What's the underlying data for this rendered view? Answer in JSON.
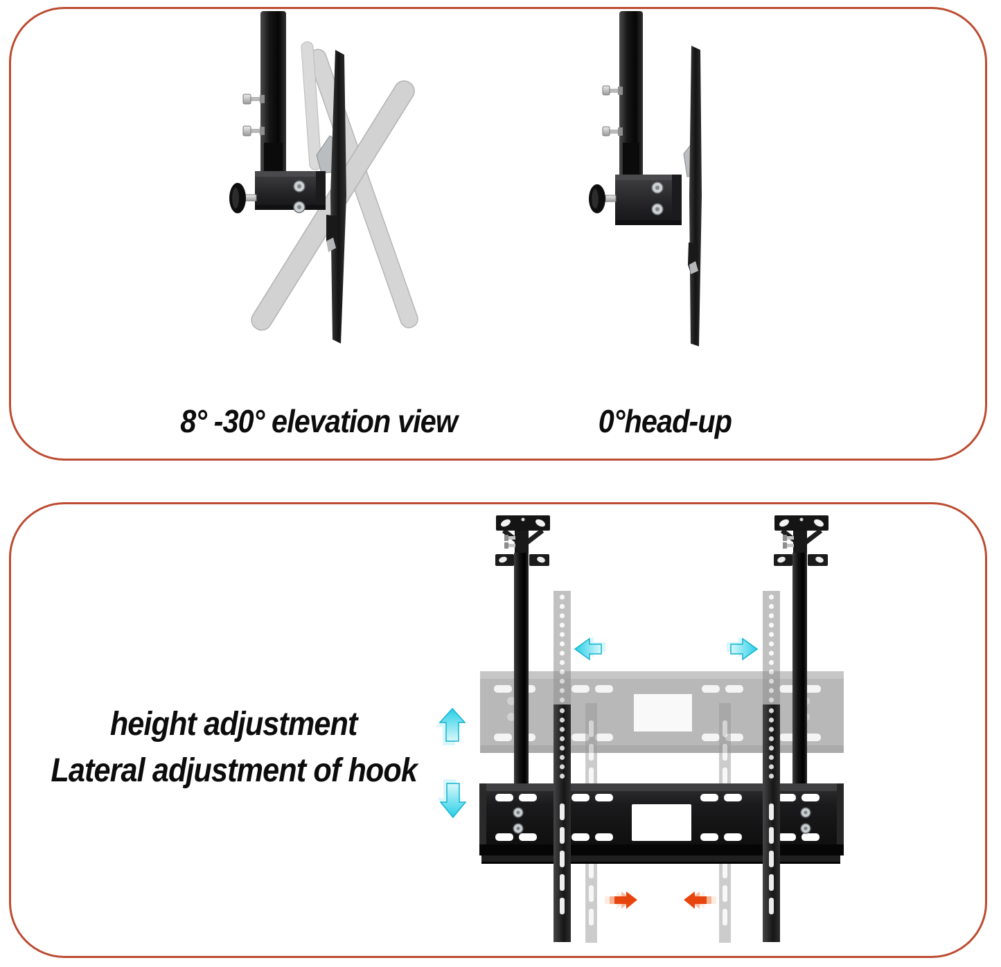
{
  "tilt_panel": {
    "left_caption": "8° -30° elevation view",
    "right_caption": "0°head-up"
  },
  "adjustment_panel": {
    "caption_line1": "height adjustment",
    "caption_line2": "Lateral adjustment of hook"
  },
  "colors": {
    "background": "#ffffff",
    "panel_border": "#bc4b31",
    "caption_text": "#0c0c0c",
    "metal_black": "#1a1a1a",
    "ghost_gray": "#9a9a9a",
    "silver": "#c9cdd0",
    "cyan_arrow": "#27cfe7",
    "orange_arrow": "#e8440d"
  },
  "icons": {
    "cyan_up_arrow": "arrow-up",
    "cyan_down_arrow": "arrow-down",
    "cyan_left_arrow": "arrow-left",
    "cyan_right_arrow": "arrow-right",
    "orange_right_arrow": "arrow-right",
    "orange_left_arrow": "arrow-left"
  }
}
